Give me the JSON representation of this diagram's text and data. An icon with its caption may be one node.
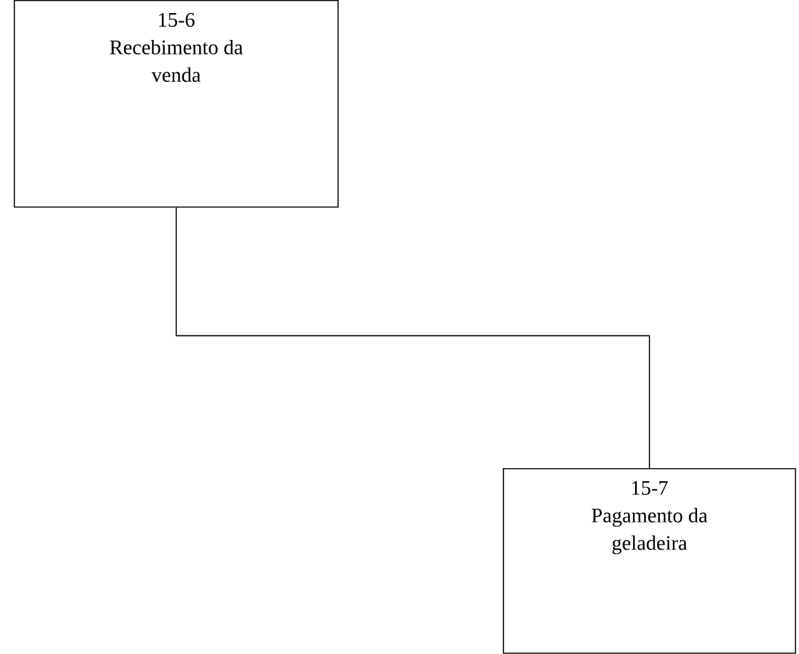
{
  "diagram": {
    "nodes": [
      {
        "text": [
          "15-6",
          "Recebimento da venda"
        ]
      },
      {
        "text": [
          "15-7",
          "Pagamento da geladeira"
        ]
      }
    ],
    "edges": [
      {
        "from": 0,
        "to": 1,
        "arrow": "none"
      }
    ]
  }
}
